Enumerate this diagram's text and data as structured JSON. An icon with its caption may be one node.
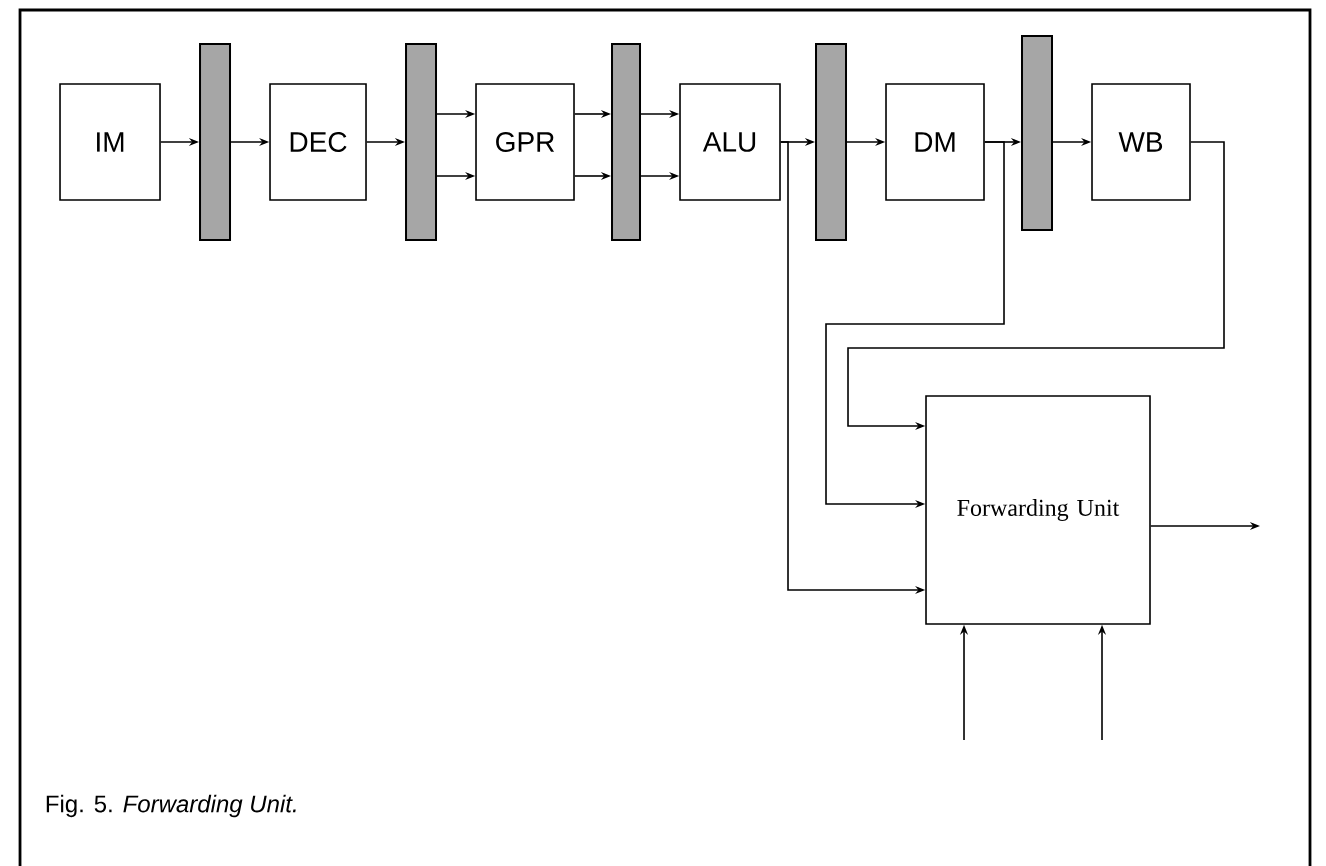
{
  "diagram": {
    "caption": "Fig. 5. *Forwarding Unit.*",
    "nodes": [
      {
        "text": [
          "IM"
        ]
      },
      {
        "text": [],
        "shape": "bar"
      },
      {
        "text": [
          "DEC"
        ]
      },
      {
        "text": [],
        "shape": "bar"
      },
      {
        "text": [
          "GPR"
        ]
      },
      {
        "text": [],
        "shape": "bar"
      },
      {
        "text": [
          "ALU"
        ]
      },
      {
        "text": [],
        "shape": "bar"
      },
      {
        "text": [
          "DM"
        ]
      },
      {
        "text": [],
        "shape": "bar"
      },
      {
        "text": [
          "WB"
        ]
      },
      {
        "text": [
          "Forwarding Unit"
        ]
      }
    ],
    "edges": [
      {
        "from": 0,
        "to": 1,
        "arrow": "to"
      },
      {
        "from": 1,
        "to": 2,
        "arrow": "to"
      },
      {
        "from": 2,
        "to": 3,
        "arrow": "to"
      },
      {
        "from": 3,
        "to": 4,
        "arrow": "to"
      },
      {
        "from": 3,
        "to": 4,
        "arrow": "to"
      },
      {
        "from": 4,
        "to": 5,
        "arrow": "to"
      },
      {
        "from": 4,
        "to": 5,
        "arrow": "to"
      },
      {
        "from": 5,
        "to": 6,
        "arrow": "to"
      },
      {
        "from": 5,
        "to": 6,
        "arrow": "to"
      },
      {
        "from": 6,
        "to": 7,
        "arrow": "to"
      },
      {
        "from": 7,
        "to": 8,
        "arrow": "to"
      },
      {
        "from": 8,
        "to": 9,
        "arrow": "to"
      },
      {
        "from": 9,
        "to": 10,
        "arrow": "to"
      },
      {
        "from": 6,
        "to": 11,
        "arrow": "to"
      },
      {
        "from": 8,
        "to": 11,
        "arrow": "to"
      },
      {
        "from": 10,
        "to": 11,
        "arrow": "to"
      },
      {
        "from": 11,
        "to": null,
        "arrow": "to"
      },
      {
        "from": null,
        "to": 11,
        "arrow": "to"
      },
      {
        "from": null,
        "to": 11,
        "arrow": "to"
      }
    ]
  }
}
